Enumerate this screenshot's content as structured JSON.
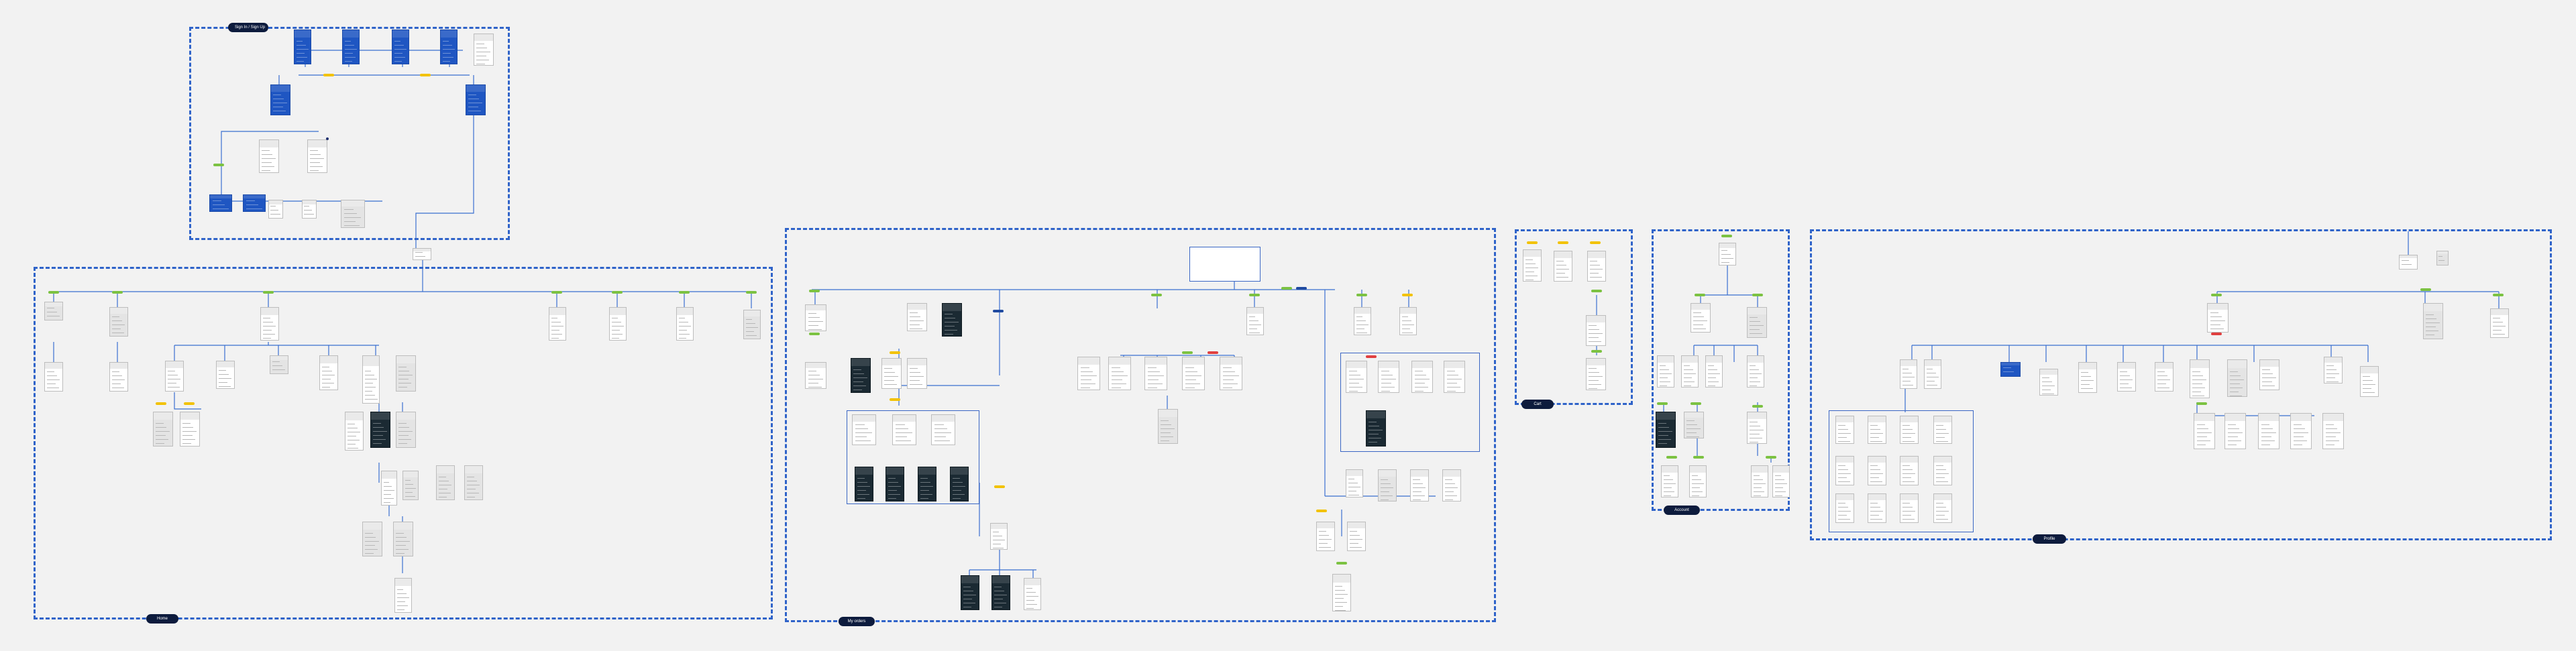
{
  "title": "",
  "sections": [
    {
      "id": "auth",
      "label": "Sign In / Sign Up"
    },
    {
      "id": "home",
      "label": "Home"
    },
    {
      "id": "shop",
      "label": "My orders"
    },
    {
      "id": "cart",
      "label": "Cart"
    },
    {
      "id": "account",
      "label": "Account"
    },
    {
      "id": "profile",
      "label": "Profile"
    }
  ],
  "colors": {
    "section_border": "#2f63c9",
    "connector": "#3a6fd0",
    "tag_green": "#7cc242",
    "tag_yellow": "#f2c200",
    "tag_red": "#e04040",
    "screen_blue": "#1f56c2",
    "screen_dark": "#1b2a33",
    "pill_bg": "#0d1b3d",
    "background": "#f2f2f2"
  }
}
